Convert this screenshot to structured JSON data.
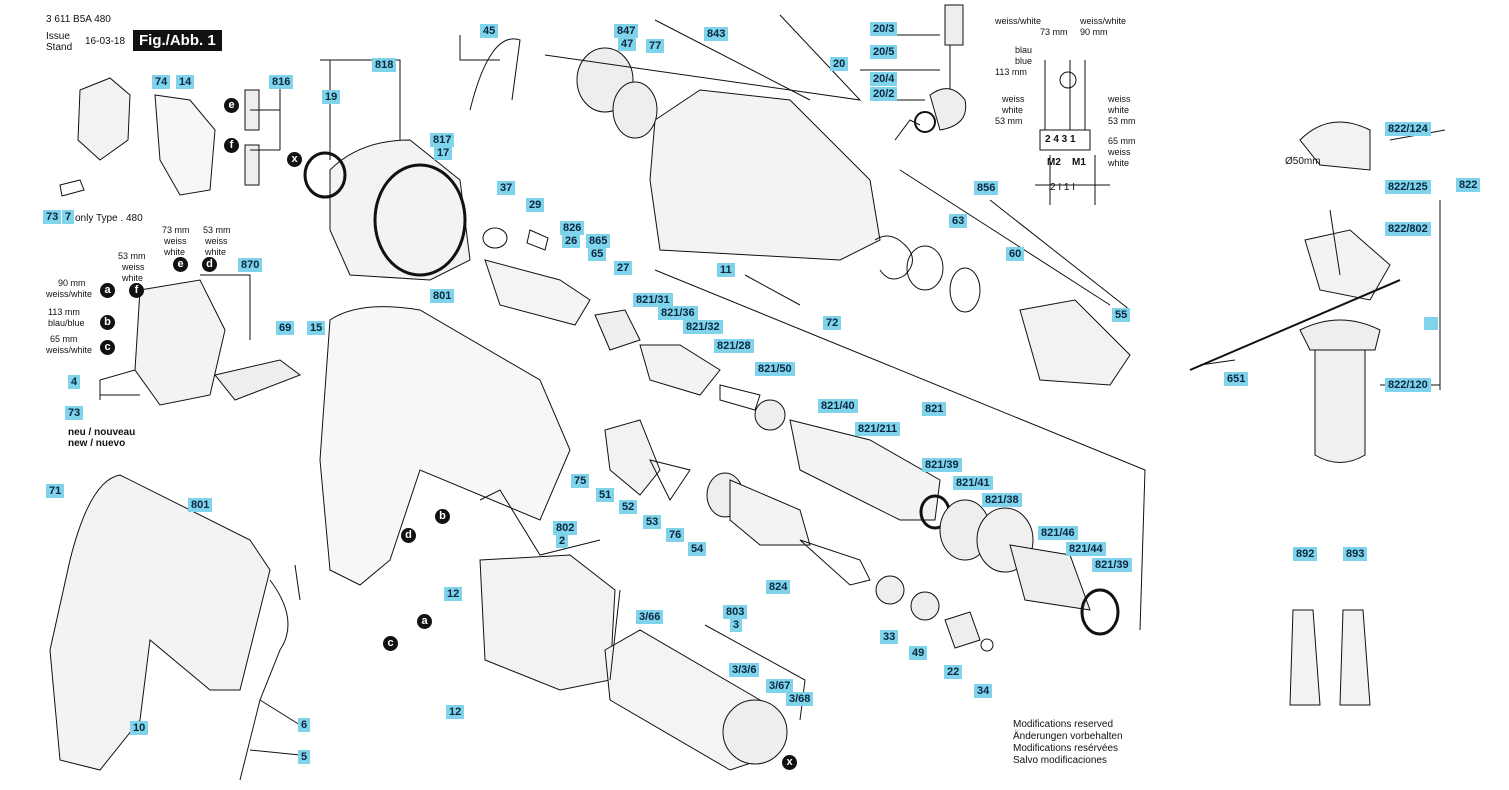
{
  "header": {
    "part_number": "3 611 B5A 480",
    "issue_label": "Issue",
    "stand_label": "Stand",
    "date": "16-03-18",
    "figure": "Fig./Abb. 1"
  },
  "notes": {
    "only_type": "only Type . 480",
    "new": "neu / nouveau",
    "new2": "new / nuevo",
    "dia": "Ø50mm",
    "mods": [
      "Modifications reserved",
      "Änderungen vorbehalten",
      "Modifications resérvées",
      "Salvo modificaciones"
    ]
  },
  "wires": {
    "w53a": "53 mm",
    "w53a2": "weiss",
    "w53a3": "white",
    "w73": "73 mm",
    "w73b": "weiss",
    "w73c": "white",
    "w53b": "53 mm",
    "w53b2": "weiss",
    "w53b3": "white",
    "w90": "90 mm",
    "w90b": "weiss/white",
    "w113": "113 mm",
    "w113b": "blau/blue",
    "w65": "65 mm",
    "w65b": "weiss/white"
  },
  "motor": {
    "ww1": "weiss/white",
    "ww1b": "73 mm",
    "ww2": "weiss/white",
    "ww2b": "90 mm",
    "blau": "blau",
    "blue": "blue",
    "b113": "113 mm",
    "weissL": "weiss",
    "whiteL": "white",
    "m53L": "53 mm",
    "weissR": "weiss",
    "whiteR": "white",
    "m53R": "53 mm",
    "m65": "65 mm",
    "weissR2": "weiss",
    "whiteR2": "white",
    "terminals": "2 4 3 1",
    "m2": "M2",
    "m1": "M1",
    "bottom": "2 I 1 I"
  },
  "letters": [
    "a",
    "b",
    "c",
    "d",
    "e",
    "f",
    "x"
  ],
  "labels": [
    "73",
    "7",
    "74",
    "14",
    "816",
    "e",
    "f",
    "4",
    "71",
    "801",
    "10",
    "6",
    "5",
    "12",
    "802",
    "2",
    "803",
    "3",
    "3/66",
    "3/3/6",
    "3/67",
    "3/68",
    "45",
    "818",
    "19",
    "817",
    "17",
    "847",
    "47",
    "77",
    "843",
    "11",
    "20/3",
    "20/5",
    "20",
    "20/4",
    "20/2",
    "37",
    "29",
    "826",
    "26",
    "865",
    "65",
    "27",
    "821/31",
    "821/36",
    "821/32",
    "821/28",
    "821/50",
    "821/40",
    "821/211",
    "821",
    "821/39",
    "821/41",
    "821/38",
    "821/46",
    "821/44",
    "856",
    "63",
    "60",
    "55",
    "72",
    "75",
    "51",
    "52",
    "53",
    "76",
    "54",
    "824",
    "33",
    "49",
    "22",
    "34",
    "822/124",
    "822/125",
    "822",
    "822/802",
    "822/120",
    "651",
    "892",
    "893",
    "870",
    "69",
    "15"
  ]
}
